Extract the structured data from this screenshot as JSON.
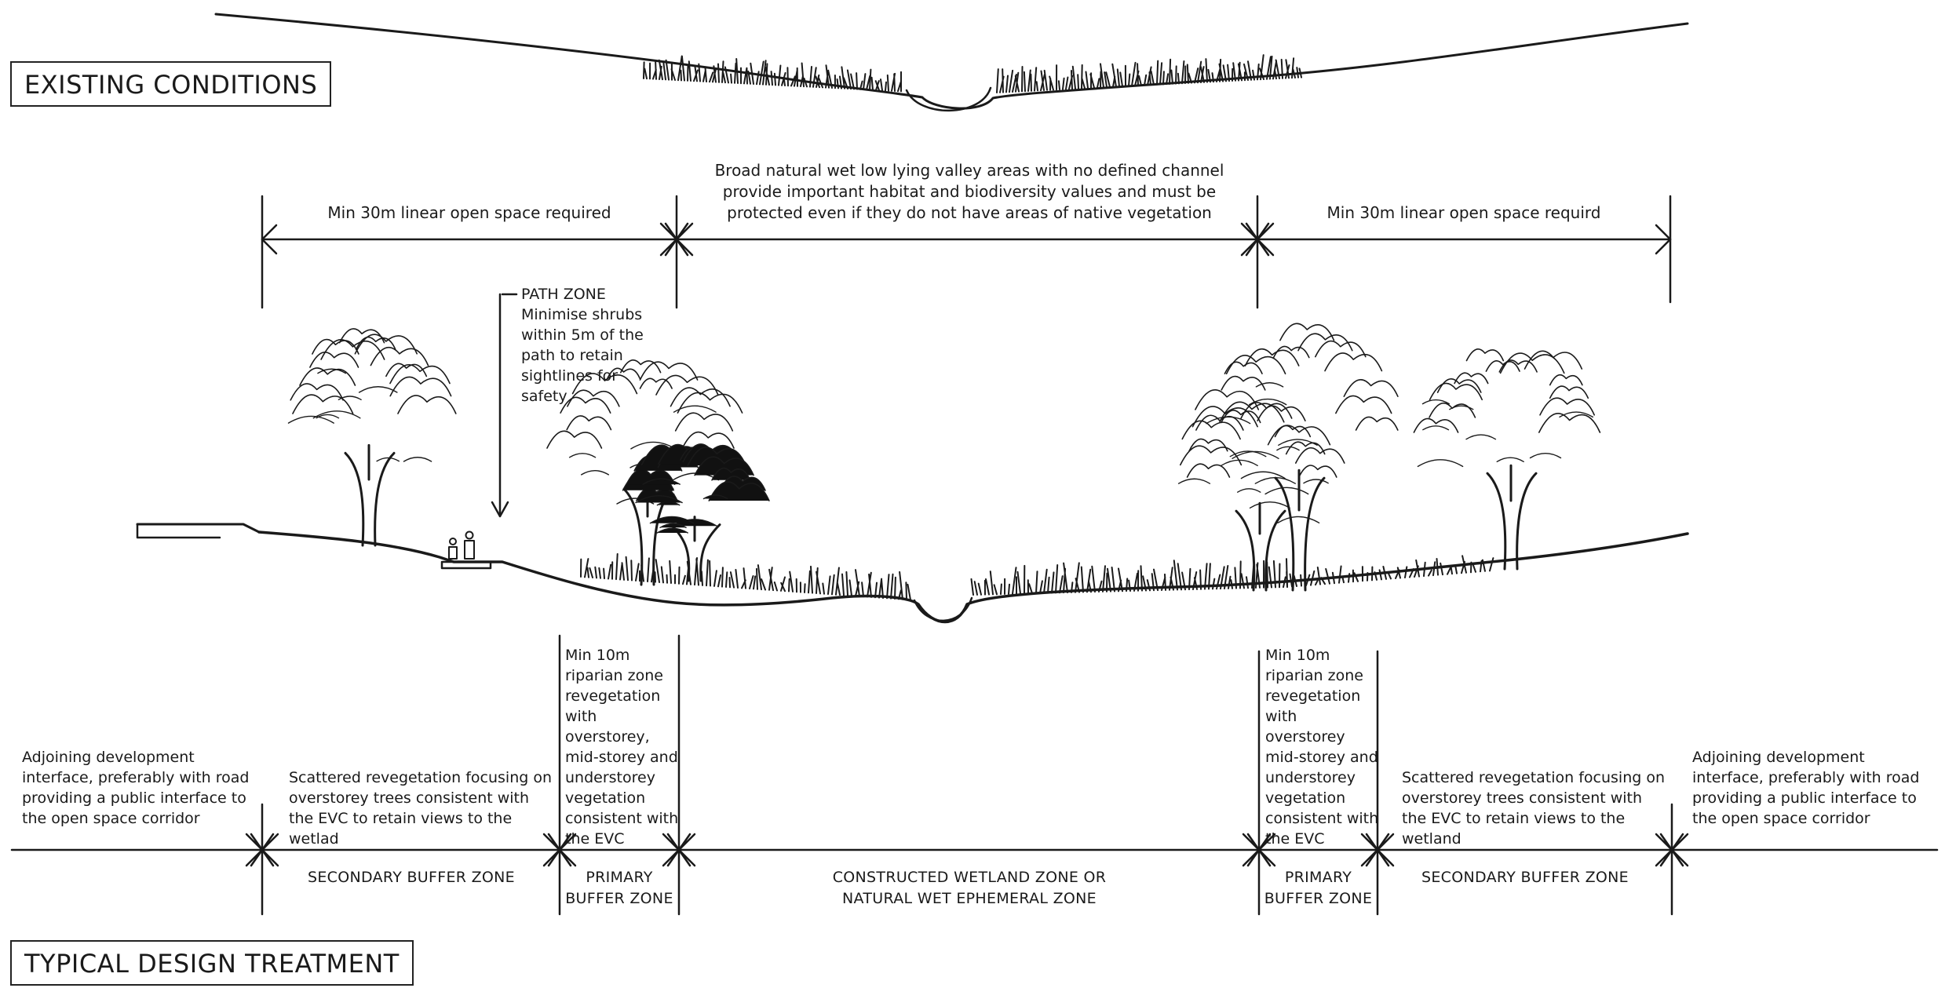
{
  "titles": {
    "existing": "EXISTING CONDITIONS",
    "typical": "TYPICAL DESIGN TREATMENT"
  },
  "dimensions": {
    "left_open_space": "Min 30m linear open space required",
    "valley": "Broad natural wet low lying valley areas with no defined channel provide important habitat and biodiversity values and must be protected even if they do not have areas of native vegetation",
    "right_open_space": "Min 30m linear open space requird"
  },
  "path_zone": {
    "heading": "PATH ZONE",
    "text": "Minimise shrubs within 5m of the path to retain sightlines for safety"
  },
  "notes": {
    "adjoining_left": "Adjoining development interface, preferably with road providing a public interface to the open space corridor",
    "scattered_left": "Scattered revegetation focusing on overstorey trees consistent with the EVC to retain views to the wetlad",
    "riparian_left": "Min 10m riparian zone revegetation with overstorey, mid-storey and understorey vegetation consistent with the EVC",
    "riparian_right": "Min 10m riparian zone revegetation with overstorey mid-storey and understorey vegetation consistent with the EVC",
    "scattered_right": "Scattered revegetation focusing on overstorey trees consistent with the EVC to retain views to the wetland",
    "adjoining_right": "Adjoining development interface, preferably with road providing a public interface to the open space corridor"
  },
  "zones": {
    "secondary_left": "SECONDARY BUFFER ZONE",
    "primary_left": "PRIMARY BUFFER ZONE",
    "wetland": "CONSTRUCTED WETLAND ZONE OR NATURAL WET EPHEMERAL ZONE",
    "primary_right": "PRIMARY BUFFER ZONE",
    "secondary_right": "SECONDARY BUFFER ZONE"
  }
}
